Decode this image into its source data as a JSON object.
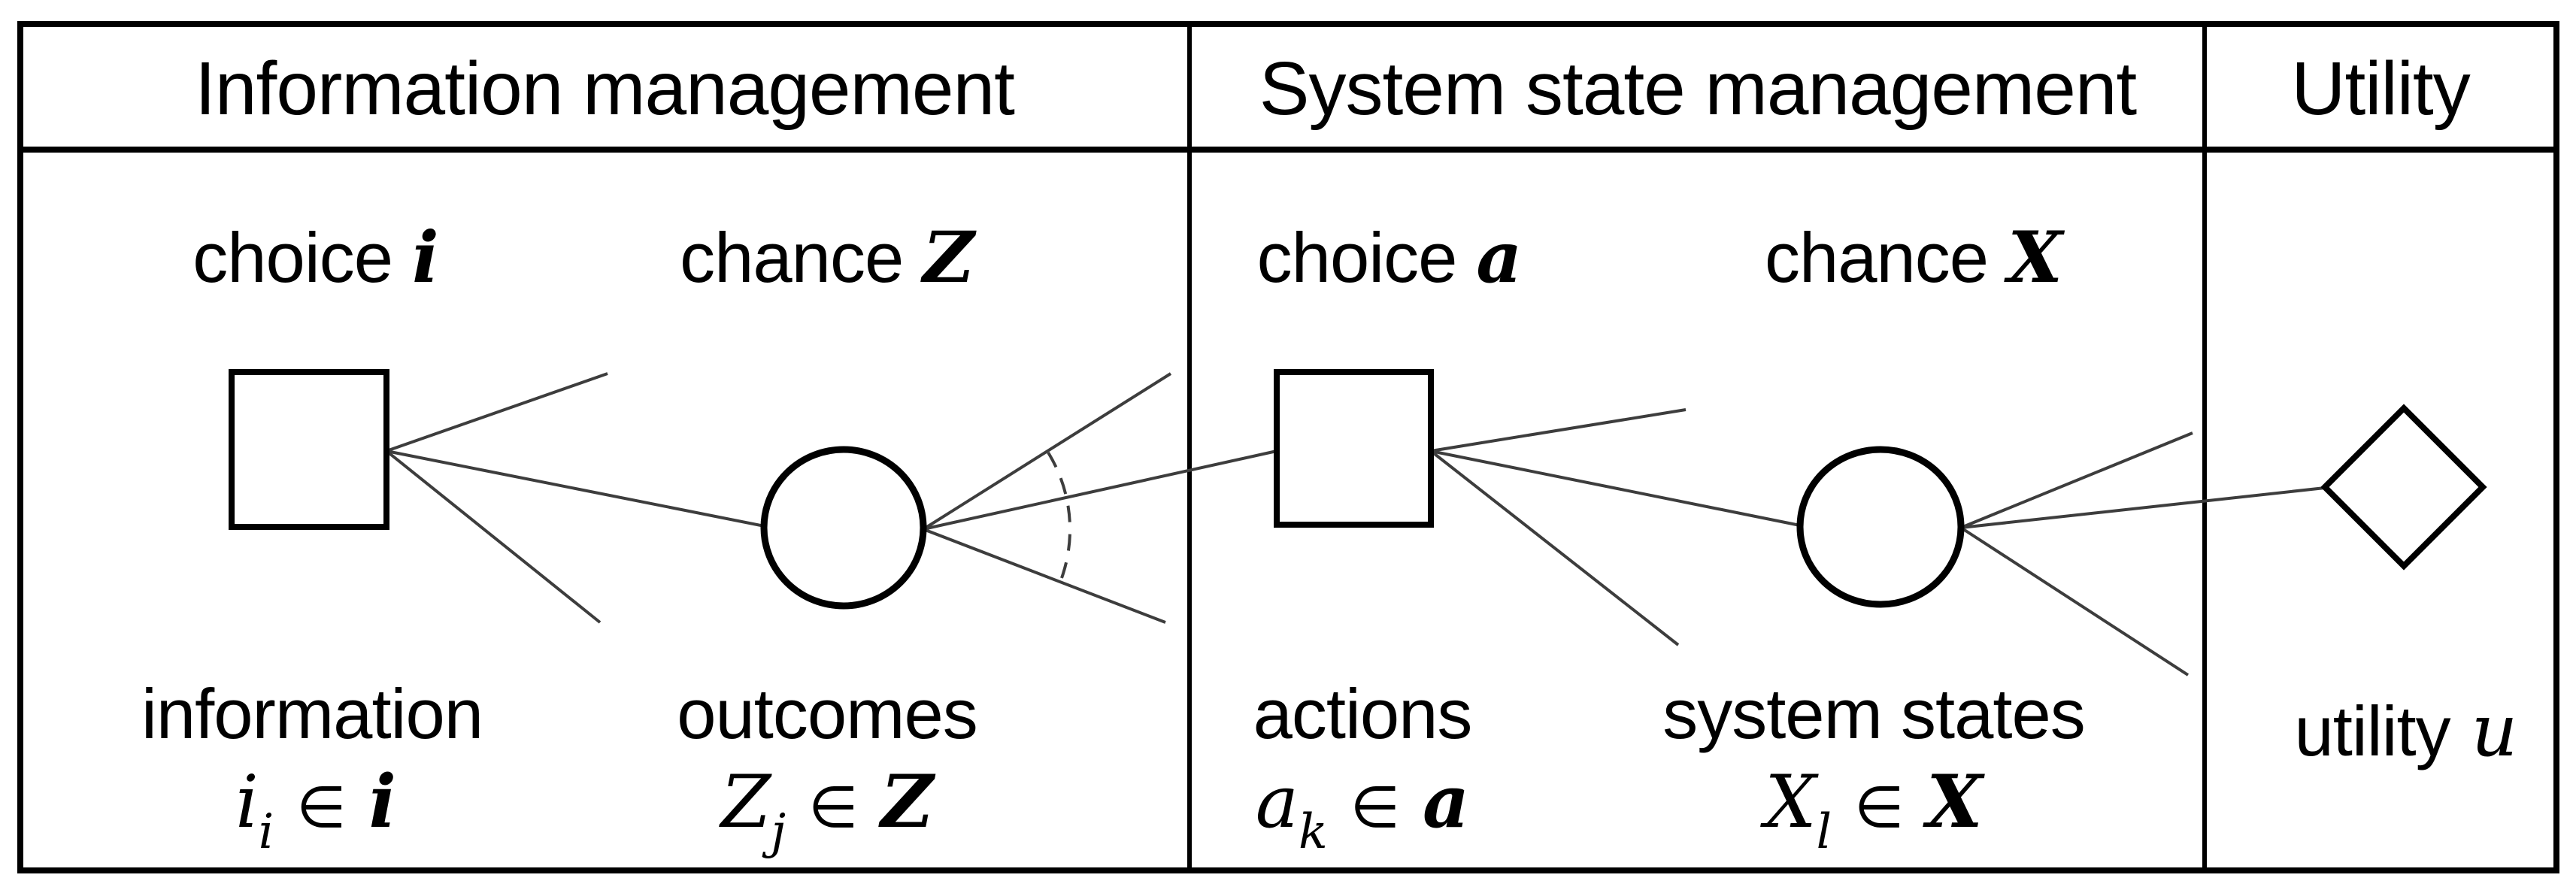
{
  "diagram": {
    "type": "decision-tree-influence-diagram",
    "sections": [
      {
        "title": "Information management"
      },
      {
        "title": "System state management"
      },
      {
        "title": "Utility"
      }
    ],
    "nodes": [
      {
        "kind": "decision-square",
        "label_word": "choice",
        "label_symbol": "i",
        "caption": "information",
        "el_base": "i",
        "el_sub": "i",
        "el_rel": "∈",
        "el_set": "i"
      },
      {
        "kind": "chance-circle",
        "label_word": "chance",
        "label_symbol": "Z",
        "caption": "outcomes",
        "el_base": "Z",
        "el_sub": "j",
        "el_rel": "∈",
        "el_set": "Z"
      },
      {
        "kind": "decision-square",
        "label_word": "choice",
        "label_symbol": "a",
        "caption": "actions",
        "el_base": "a",
        "el_sub": "k",
        "el_rel": "∈",
        "el_set": "a"
      },
      {
        "kind": "chance-circle",
        "label_word": "chance",
        "label_symbol": "X",
        "caption": "system states",
        "el_base": "X",
        "el_sub": "l",
        "el_rel": "∈",
        "el_set": "X"
      },
      {
        "kind": "utility-diamond",
        "caption_word": "utility",
        "caption_symbol": "u"
      }
    ]
  },
  "colors": {
    "background": "#ffffff",
    "table_lines": "#000000",
    "branch_lines": "#3d3d3d",
    "text": "#000000"
  }
}
